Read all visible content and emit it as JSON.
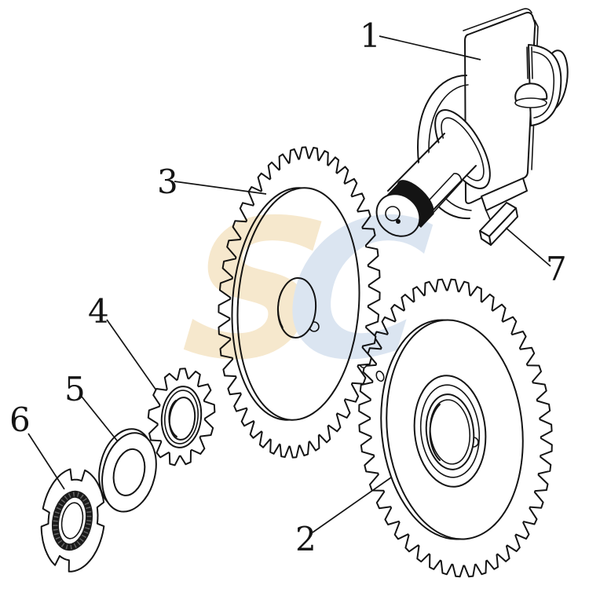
{
  "diagram": {
    "background_color": "#ffffff",
    "line_color": "#141414",
    "watermark": {
      "left_letter": "S",
      "right_letter": "C",
      "left_color": "#f6e8cd",
      "right_color": "#dbe5f1"
    },
    "callouts": [
      {
        "label": "1"
      },
      {
        "label": "2"
      },
      {
        "label": "3"
      },
      {
        "label": "4"
      },
      {
        "label": "5"
      },
      {
        "label": "6"
      },
      {
        "label": "7"
      }
    ]
  }
}
